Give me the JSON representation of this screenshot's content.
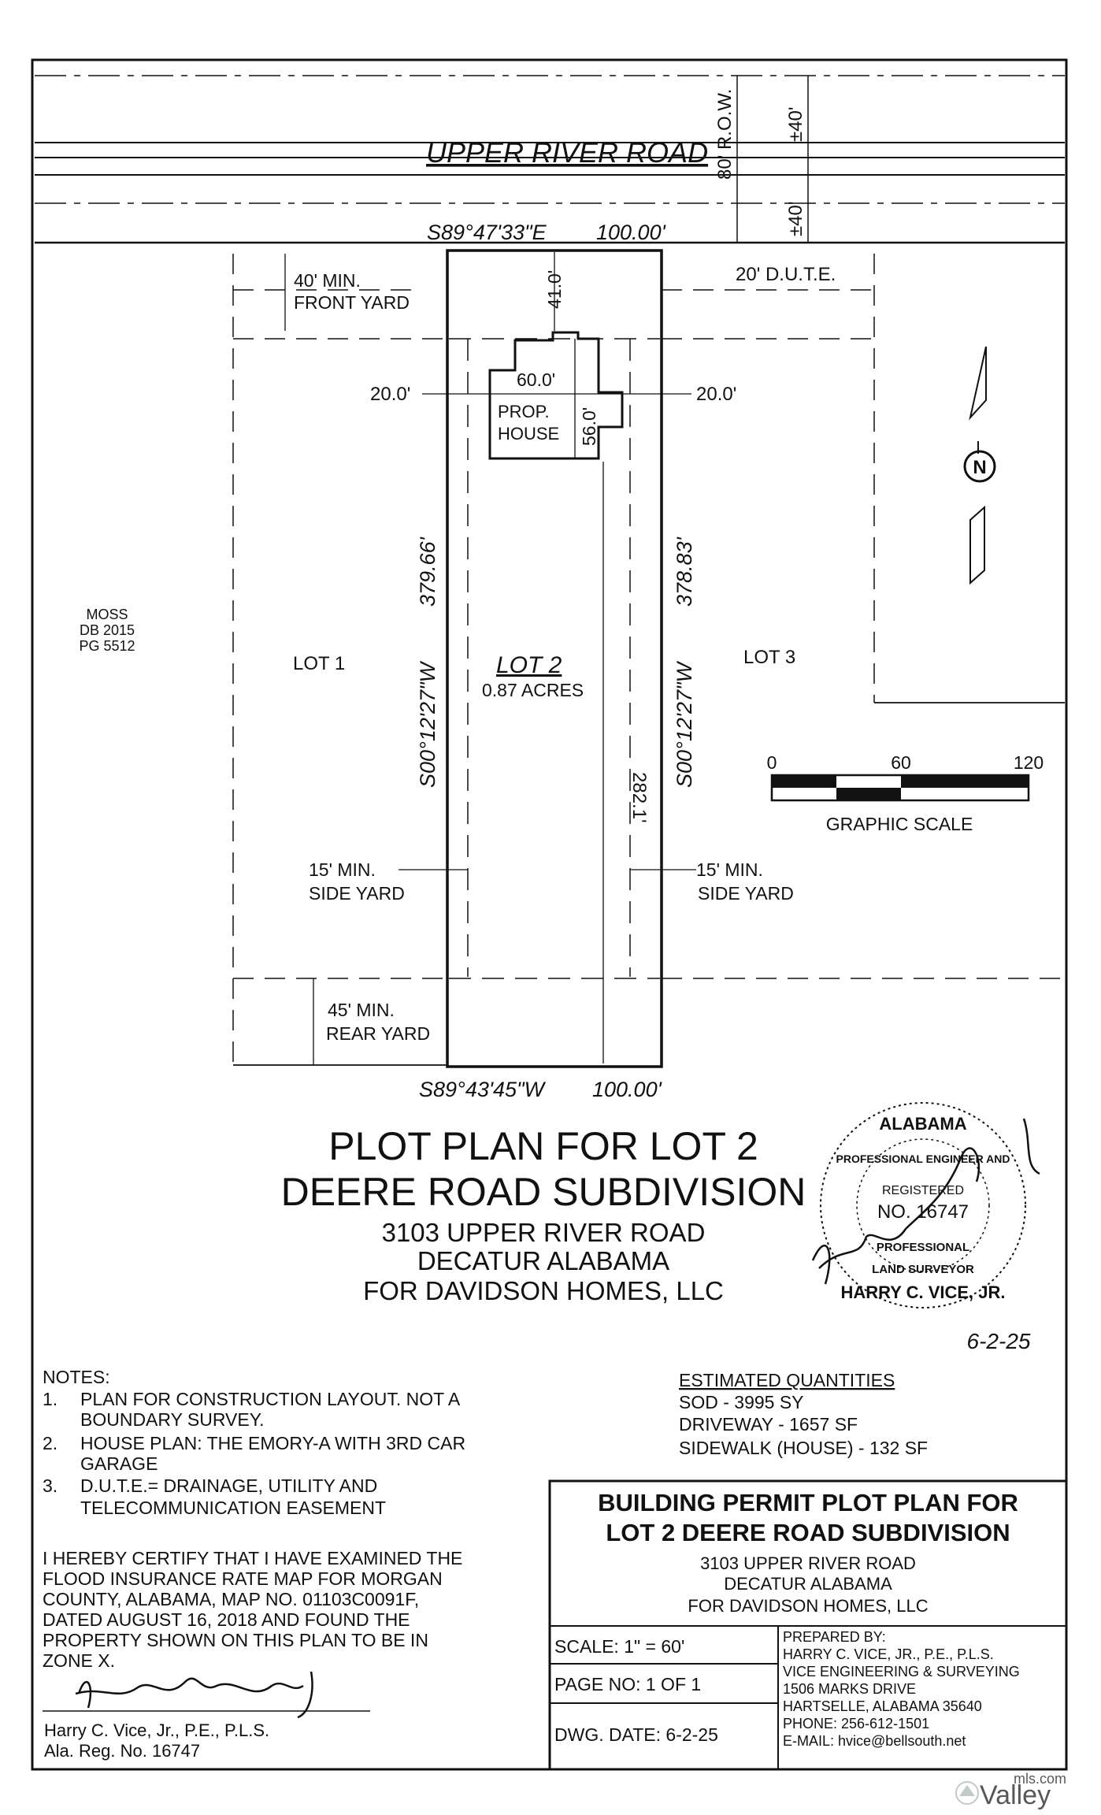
{
  "road": {
    "name": "UPPER RIVER ROAD",
    "row_width": "80' R.O.W.",
    "half_row_top": "±40'",
    "half_row_bottom": "±40'"
  },
  "lot": {
    "name": "LOT 2",
    "acres": "0.87 ACRES",
    "north_bearing": "S89°47'33\"E",
    "north_distance": "100.00'",
    "south_bearing": "S89°43'45\"W",
    "south_distance": "100.00'",
    "west_bearing": "S00°12'27\"W",
    "west_distance": "379.66'",
    "east_bearing": "S00°12'27\"W",
    "east_distance": "378.83'",
    "front_to_house": "41.0'",
    "house_to_rear": "282.1'"
  },
  "house": {
    "label_line1": "PROP.",
    "label_line2": "HOUSE",
    "width": "60.0'",
    "depth": "56.0'",
    "side_left": "20.0'",
    "side_right": "20.0'"
  },
  "setbacks": {
    "front": [
      "40' MIN.",
      "FRONT YARD"
    ],
    "side_left": [
      "15' MIN.",
      "SIDE YARD"
    ],
    "side_right": [
      "15' MIN.",
      "SIDE YARD"
    ],
    "rear": [
      "45' MIN.",
      "REAR YARD"
    ],
    "dute": "20' D.U.T.E."
  },
  "adjacent": {
    "lot1": "LOT 1",
    "lot3": "LOT 3",
    "moss": [
      "MOSS",
      "DB 2015",
      "PG 5512"
    ]
  },
  "north_arrow": {
    "letter": "N"
  },
  "scale_bar": {
    "ticks": [
      "0",
      "60",
      "120"
    ],
    "label": "GRAPHIC SCALE"
  },
  "title_block": {
    "lines": [
      "PLOT PLAN FOR LOT 2",
      "DEERE ROAD SUBDIVISION"
    ],
    "address": [
      "3103 UPPER RIVER ROAD",
      "DECATUR ALABAMA",
      "FOR DAVIDSON HOMES, LLC"
    ]
  },
  "seal": {
    "state": "ALABAMA",
    "profession": "PROFESSIONAL ENGINEER AND",
    "registered": "REGISTERED",
    "number": "NO. 16747",
    "professional2": "PROFESSIONAL",
    "land_surveyor": "LAND SURVEYOR",
    "name": "HARRY C. VICE, JR.",
    "signed_date": "6-2-25"
  },
  "notes": {
    "header": "NOTES:",
    "items": [
      [
        "1.",
        "PLAN FOR CONSTRUCTION LAYOUT. NOT A",
        "BOUNDARY SURVEY."
      ],
      [
        "2.",
        "HOUSE PLAN: THE EMORY-A WITH 3RD CAR",
        "GARAGE"
      ],
      [
        "3.",
        "D.U.T.E.= DRAINAGE, UTILITY AND",
        "TELECOMMUNICATION EASEMENT"
      ]
    ]
  },
  "certification": {
    "lines": [
      "I HEREBY CERTIFY THAT I HAVE EXAMINED THE",
      "FLOOD INSURANCE RATE MAP FOR MORGAN",
      "COUNTY, ALABAMA, MAP NO. 01103C0091F,",
      "DATED AUGUST 16, 2018 AND FOUND THE",
      "PROPERTY SHOWN ON THIS PLAN TO BE IN",
      "ZONE X."
    ],
    "signer": "Harry C. Vice, Jr., P.E., P.L.S.",
    "registration": "Ala. Reg. No. 16747"
  },
  "quantities": {
    "header": "ESTIMATED QUANTITIES",
    "items": [
      "SOD - 3995 SY",
      "DRIVEWAY - 1657 SF",
      "SIDEWALK (HOUSE) - 132 SF"
    ]
  },
  "permit_block": {
    "title": [
      "BUILDING PERMIT PLOT PLAN FOR",
      "LOT 2 DEERE ROAD SUBDIVISION"
    ],
    "address": [
      "3103 UPPER RIVER ROAD",
      "DECATUR ALABAMA",
      "FOR DAVIDSON HOMES, LLC"
    ],
    "scale": "SCALE: 1\" = 60'",
    "page": "PAGE NO: 1 OF 1",
    "dwg_date": "DWG. DATE: 6-2-25",
    "prepared": [
      "PREPARED BY:",
      "HARRY C. VICE, JR., P.E., P.L.S.",
      "VICE ENGINEERING & SURVEYING",
      "1506 MARKS DRIVE",
      "HARTSELLE, ALABAMA 35640",
      "PHONE: 256-612-1501",
      "E-MAIL: hvice@bellsouth.net"
    ]
  },
  "watermark": {
    "brand": "Valley",
    "suffix": "mls.com"
  }
}
